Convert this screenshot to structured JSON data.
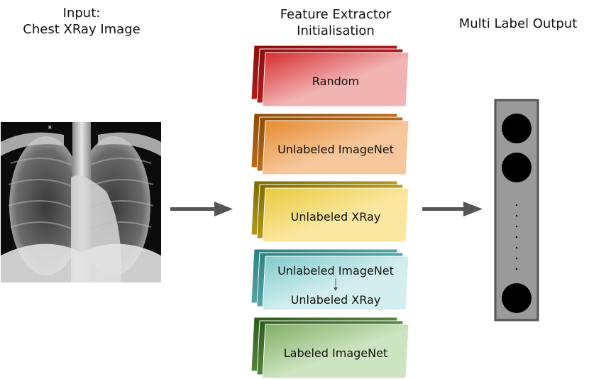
{
  "headings": {
    "input_line1": "Input:",
    "input_line2": "Chest XRay Image",
    "extractor_line1": "Feature Extractor",
    "extractor_line2": "Initialisation",
    "output": "Multi Label Output"
  },
  "xray": {
    "marker": "R"
  },
  "initialisations": [
    {
      "label": "Random",
      "gradient": [
        "#8b0d0d",
        "#d62b2b",
        "#f2b3b3"
      ]
    },
    {
      "label": "Unlabeled ImageNet",
      "gradient": [
        "#8a4a05",
        "#e68a2e",
        "#f6c79c"
      ]
    },
    {
      "label": "Unlabeled XRay",
      "gradient": [
        "#7a6a00",
        "#e8c93a",
        "#fbe79f"
      ]
    },
    {
      "label_top": "Unlabeled ImageNet",
      "label_bottom": "Unlabeled XRay",
      "gradient": [
        "#2a7f7f",
        "#7fcaca",
        "#d4eeee"
      ]
    },
    {
      "label": "Labeled ImageNet",
      "gradient": [
        "#2a5a1a",
        "#7fae63",
        "#cde4c0"
      ]
    }
  ],
  "colors": {
    "arrow": "#555555",
    "output_column": "#9a9a9a",
    "output_border": "#555555",
    "neuron": "#000000"
  }
}
